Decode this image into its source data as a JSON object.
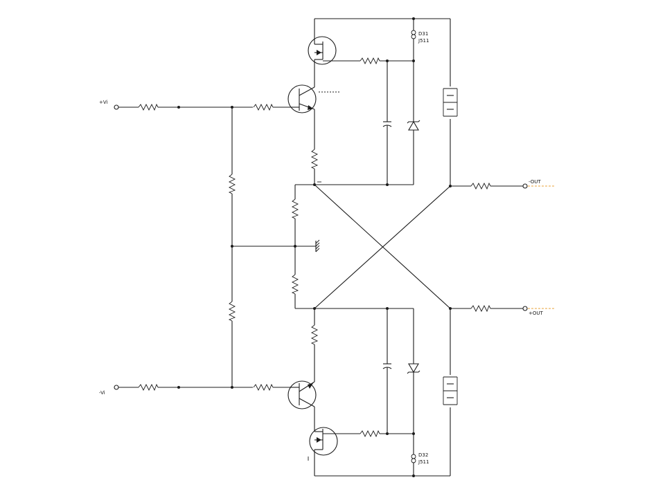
{
  "labels": {
    "in_plus": "+Vi",
    "in_minus": "-Vi",
    "out_minus": "-OUT",
    "out_plus": "+OUT",
    "d31": "D31",
    "j511_top": "J511",
    "d32": "D32",
    "j511_bottom": "J511"
  },
  "colors": {
    "wire": "#1a1a1a",
    "output_dash": "#e8a33a",
    "node_mark": "#7bb8d8"
  }
}
